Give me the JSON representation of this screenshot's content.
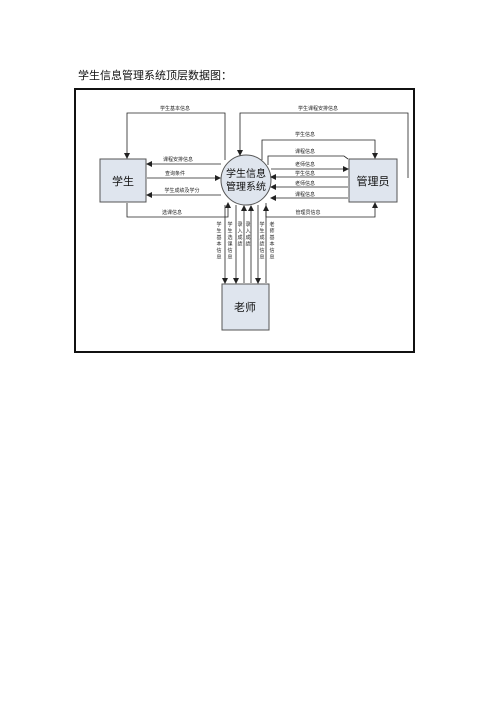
{
  "heading": "学生信息管理系统顶层数据图：",
  "nodes": {
    "student": "学生",
    "system": [
      "学生信息",
      "管理系统"
    ],
    "admin": "管理员",
    "teacher": "老师"
  },
  "flows": {
    "student_basic_info": "学生基本信息",
    "course_schedule_to_student": "课程安排信息",
    "query_conditions": "查询条件",
    "grades_credits": "学生成绩及学分",
    "course_selection": "选课信息",
    "student_course_schedule": "学生课程安排信息",
    "admin_student_info": "学生信息",
    "admin_course_info": "课程信息",
    "teacher_info": "老师信息",
    "student_info_2": "学生信息",
    "teacher_info_2": "老师信息",
    "course_info_2": "课程信息",
    "admin_info": "管理员信息",
    "t_student_basic": "学生基本信息",
    "t_student_course": "学生选课信息",
    "t_enter_grades": "录入成绩",
    "t_enter_grades_2": "录入成绩",
    "t_student_grades": "学生成绩信息",
    "t_teacher_basic": "老师基本信息"
  },
  "colors": {
    "box_fill": "#dfe5ee",
    "line": "#222222"
  }
}
